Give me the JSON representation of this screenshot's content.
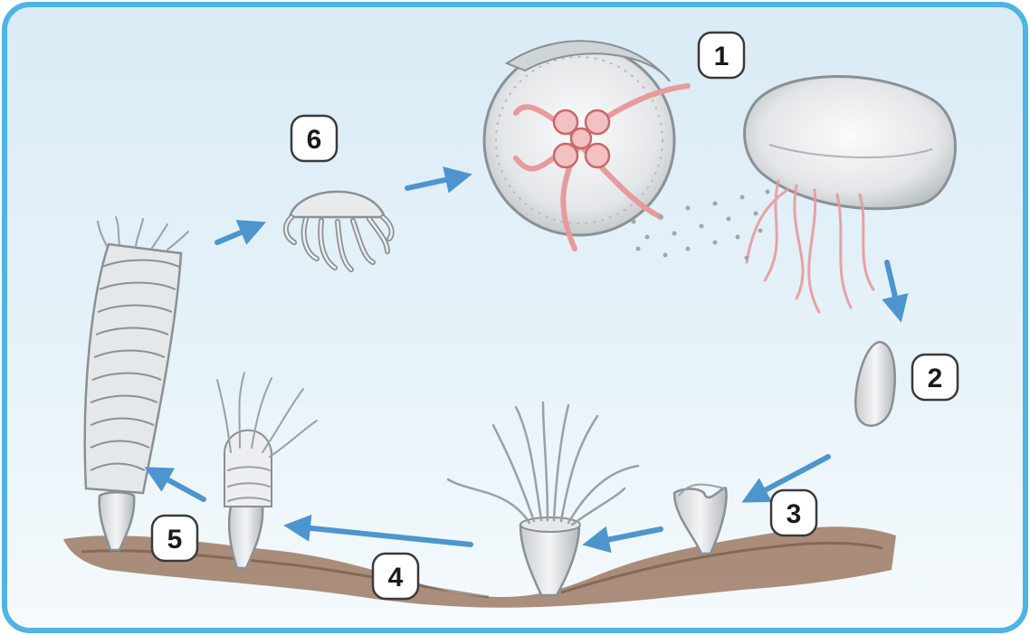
{
  "diagram": {
    "colors": {
      "frame": "#4fb3e3",
      "water_top": "#dfeef7",
      "water_bottom": "#f4f9fc",
      "seabed": "#9c7a63",
      "arrow": "#4d95cf",
      "tentacle": "#e89a9c"
    },
    "stages": [
      {
        "id": "1",
        "label": "1",
        "depicts": "adult-medusa"
      },
      {
        "id": "2",
        "label": "2",
        "depicts": "planula-larva"
      },
      {
        "id": "3",
        "label": "3",
        "depicts": "young-polyp"
      },
      {
        "id": "4",
        "label": "4",
        "depicts": "scyphistoma-polyp"
      },
      {
        "id": "5",
        "label": "5",
        "depicts": "strobila"
      },
      {
        "id": "6",
        "label": "6",
        "depicts": "ephyra"
      }
    ]
  }
}
